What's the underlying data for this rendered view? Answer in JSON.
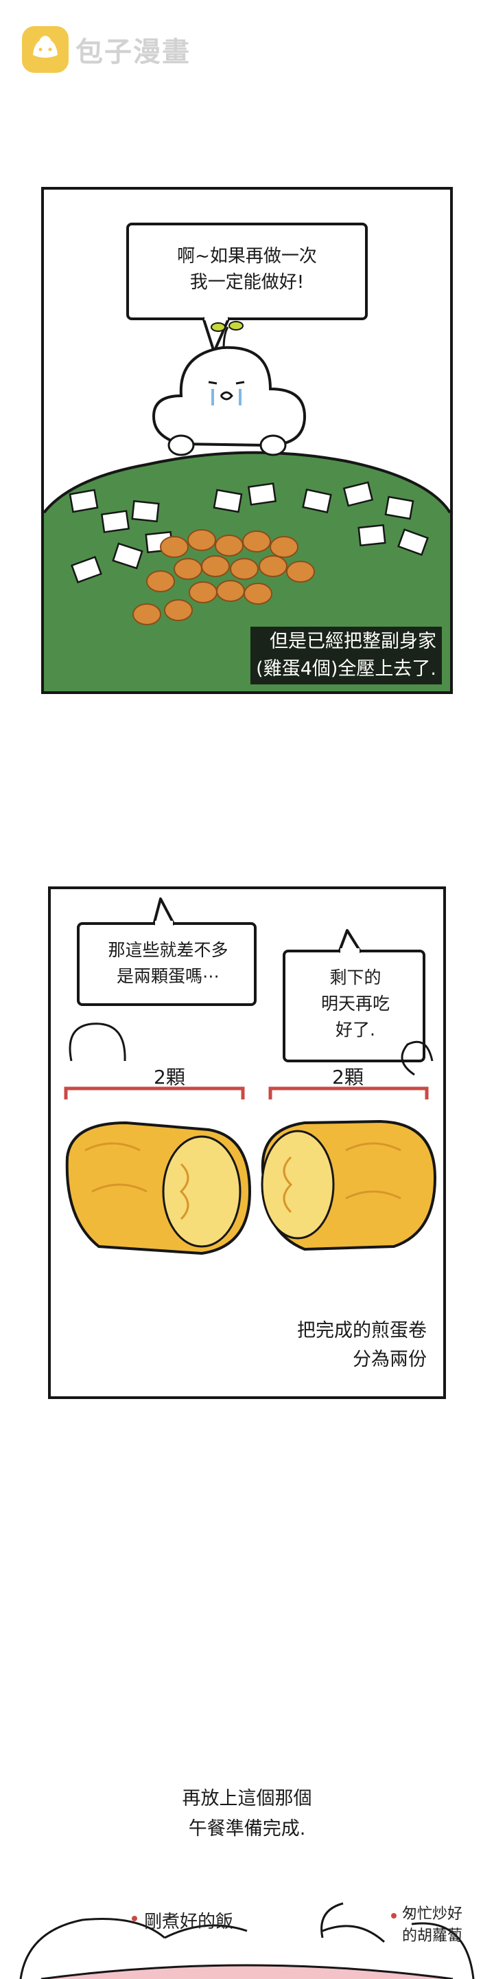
{
  "logo": {
    "text": "包子漫畫",
    "icon": "bun-mascot-icon",
    "color": "#d2d2d2",
    "mark_color": "#f2c94c"
  },
  "panel_1": {
    "speech_bubble": {
      "line_1": "啊~如果再做一次",
      "line_2": "我一定能做好!"
    },
    "caption": {
      "line_1": "但是已經把整副身家",
      "line_2": "(雞蛋4個)全壓上去了."
    },
    "colors": {
      "table_green": "#4e8e4a",
      "egg": "#d9893a"
    }
  },
  "panel_2": {
    "speech_bubble_left": {
      "line_1": "那這些就差不多",
      "line_2": "是兩顆蛋嗎⋯"
    },
    "speech_bubble_right": {
      "line_1": "剩下的",
      "line_2": "明天再吃",
      "line_3": "好了."
    },
    "left_count": "2顆",
    "right_count": "2顆",
    "caption": {
      "line_1": "把完成的煎蛋卷",
      "line_2": "分為兩份"
    },
    "colors": {
      "bracket_red": "#c94a44",
      "omelette": "#f0b93a"
    }
  },
  "narration": {
    "line_1": "再放上這個那個",
    "line_2": "午餐準備完成."
  },
  "bottom_labels": {
    "left": "剛煮好的飯",
    "right_line_1": "匆忙炒好",
    "right_line_2": "的胡蘿蔔"
  }
}
